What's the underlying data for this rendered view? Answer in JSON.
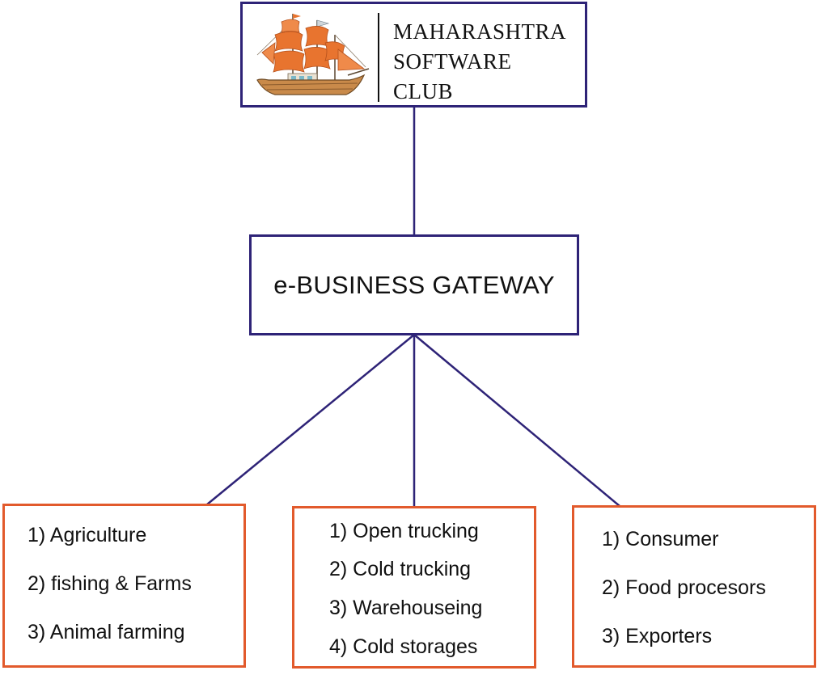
{
  "colors": {
    "header_border": "#2e2377",
    "connector": "#2e2377",
    "category_border": "#e25a2c",
    "sail": "#e8742f",
    "hull": "#c98a4a"
  },
  "header": {
    "logo_icon": "sailing-ship-icon",
    "title_lines": [
      "MAHARASHTRA",
      "SOFTWARE",
      "CLUB"
    ]
  },
  "gateway": {
    "title": "e-BUSINESS GATEWAY"
  },
  "categories": [
    {
      "items": [
        "1) Agriculture",
        "2) fishing & Farms",
        "3) Animal farming"
      ]
    },
    {
      "items": [
        "1) Open trucking",
        "2) Cold trucking",
        "3) Warehouseing",
        "4) Cold storages"
      ]
    },
    {
      "items": [
        "1) Consumer",
        "2) Food procesors",
        "3) Exporters"
      ]
    }
  ]
}
